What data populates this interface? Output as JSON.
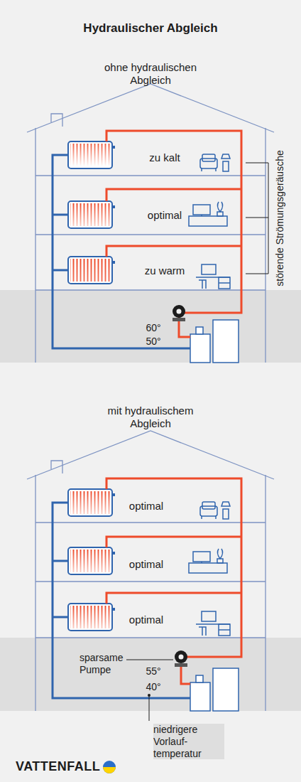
{
  "diagram": {
    "title": "Hydraulischer Abgleich",
    "labels": [
      "ohne hydraulischen Abgleich",
      "zu kalt",
      "optimal",
      "zu warm",
      "störende Strömungsgeräusche",
      "60°",
      "50°",
      "mit hydraulischem Abgleich",
      "optimal",
      "optimal",
      "optimal",
      "sparsame Pumpe",
      "55°",
      "40°",
      "niedrigere Vorlauf- temperatur",
      "VATTENFALL"
    ]
  }
}
